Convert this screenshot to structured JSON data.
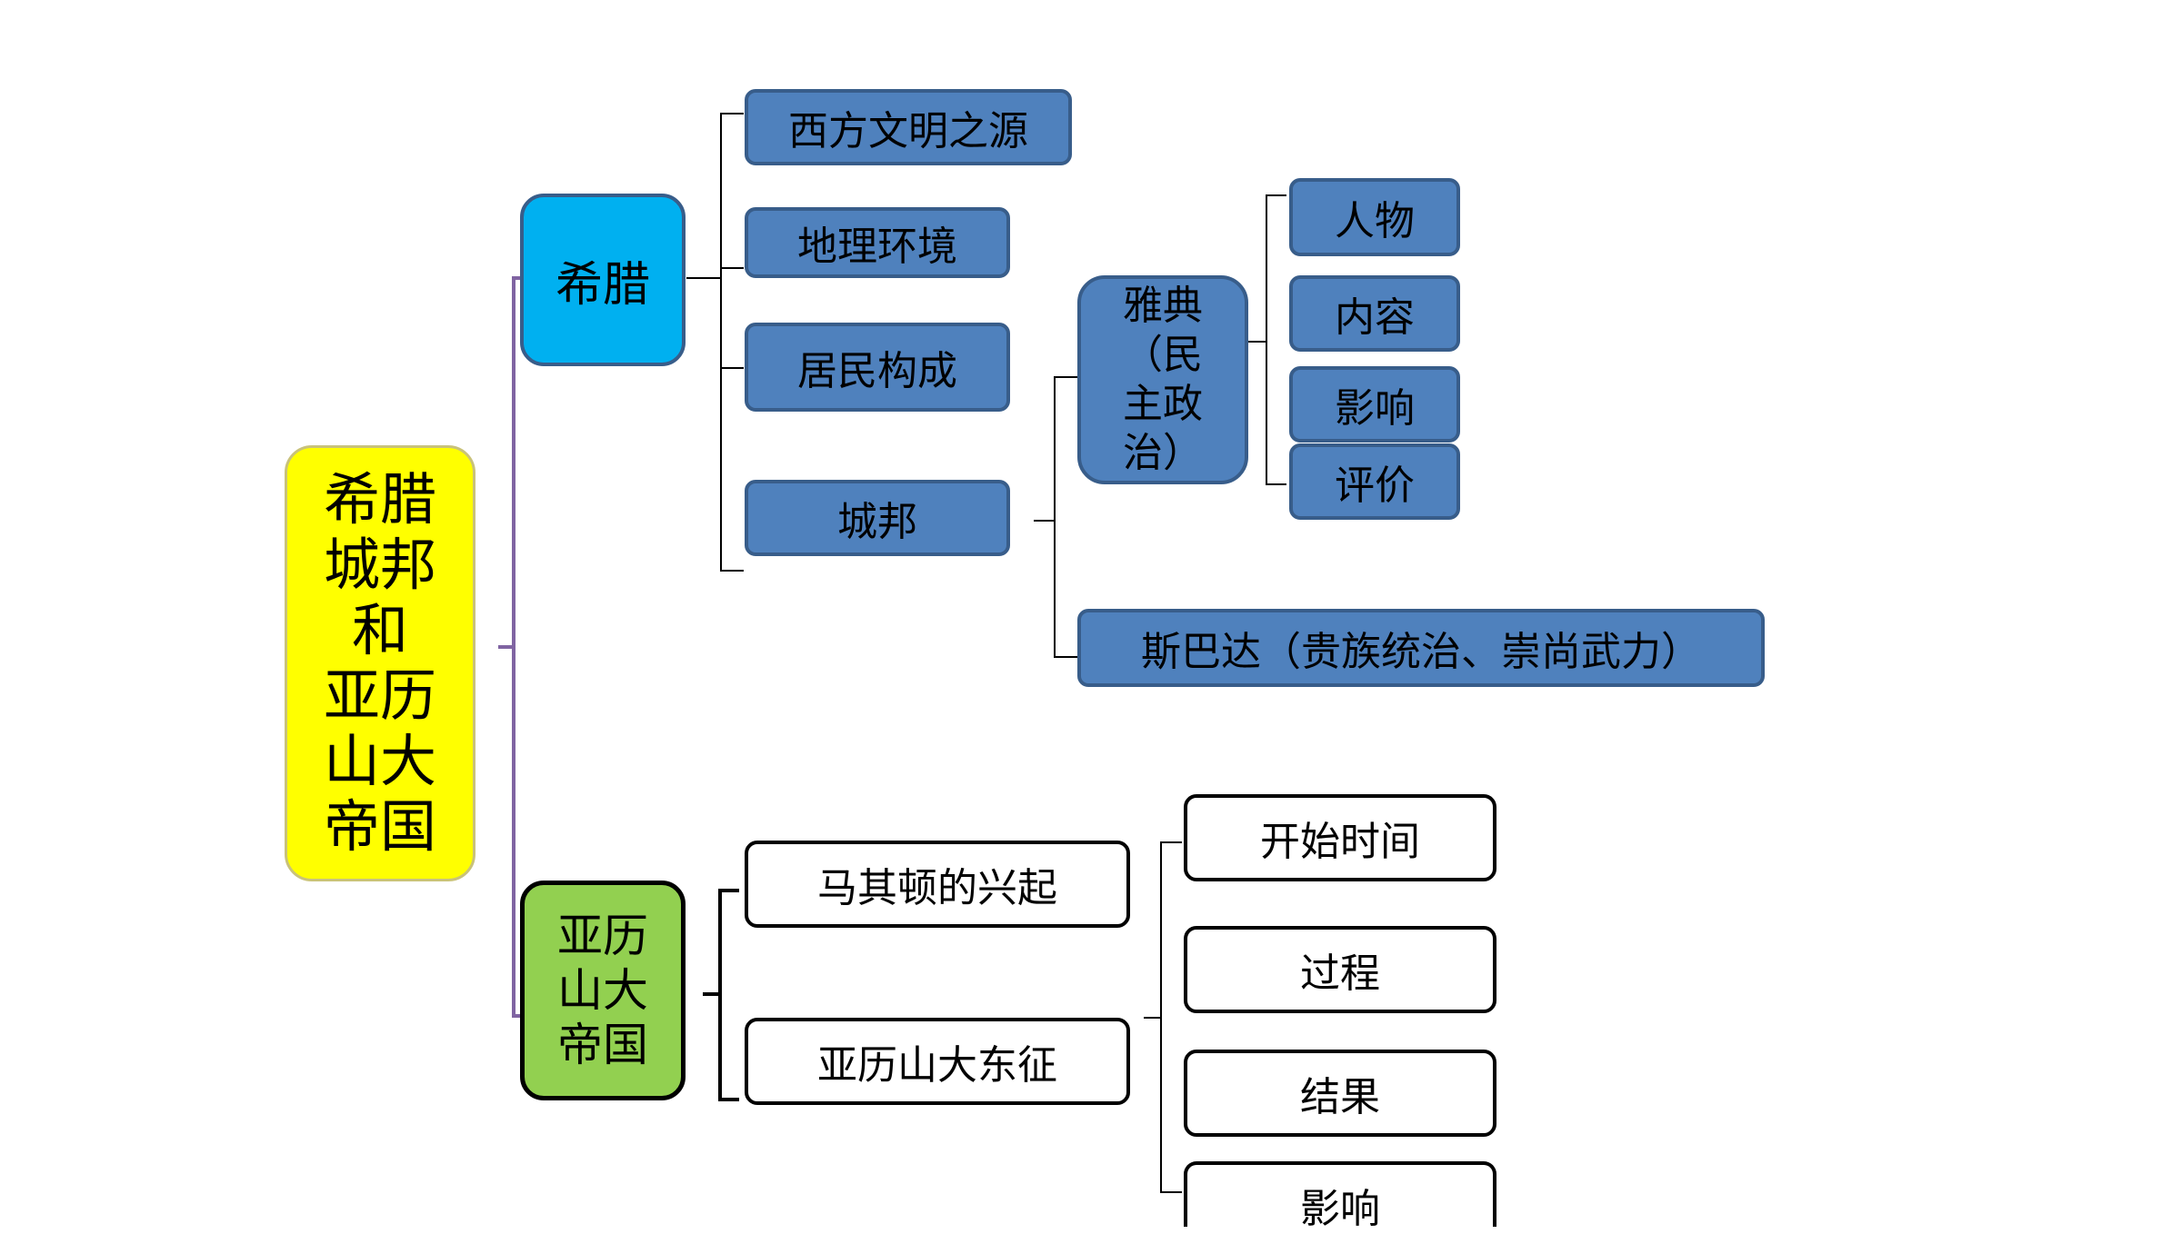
{
  "root": {
    "label": "希腊\n城邦\n和\n亚历\n山大\n帝国"
  },
  "greece": {
    "label": "希腊",
    "items": [
      "西方文明之源",
      "地理环境",
      "居民构成",
      "城邦"
    ],
    "athens": {
      "label": "雅典\n（民\n主政\n治）",
      "items": [
        "人物",
        "内容",
        "影响",
        "评价"
      ]
    },
    "sparta": {
      "label": "斯巴达（贵族统治、崇尚武力）"
    }
  },
  "alexander": {
    "label": "亚历\n山大\n帝国",
    "items": [
      "马其顿的兴起",
      "亚历山大东征"
    ],
    "conquest_items": [
      "开始时间",
      "过程",
      "结果",
      "影响"
    ]
  },
  "colors": {
    "root_fill": "#ffff00",
    "greece_fill": "#00b0f0",
    "alexander_fill": "#92d050",
    "topic_fill": "#4f81bd",
    "topic_border": "#385d8a",
    "main_bracket": "#8064a2"
  }
}
